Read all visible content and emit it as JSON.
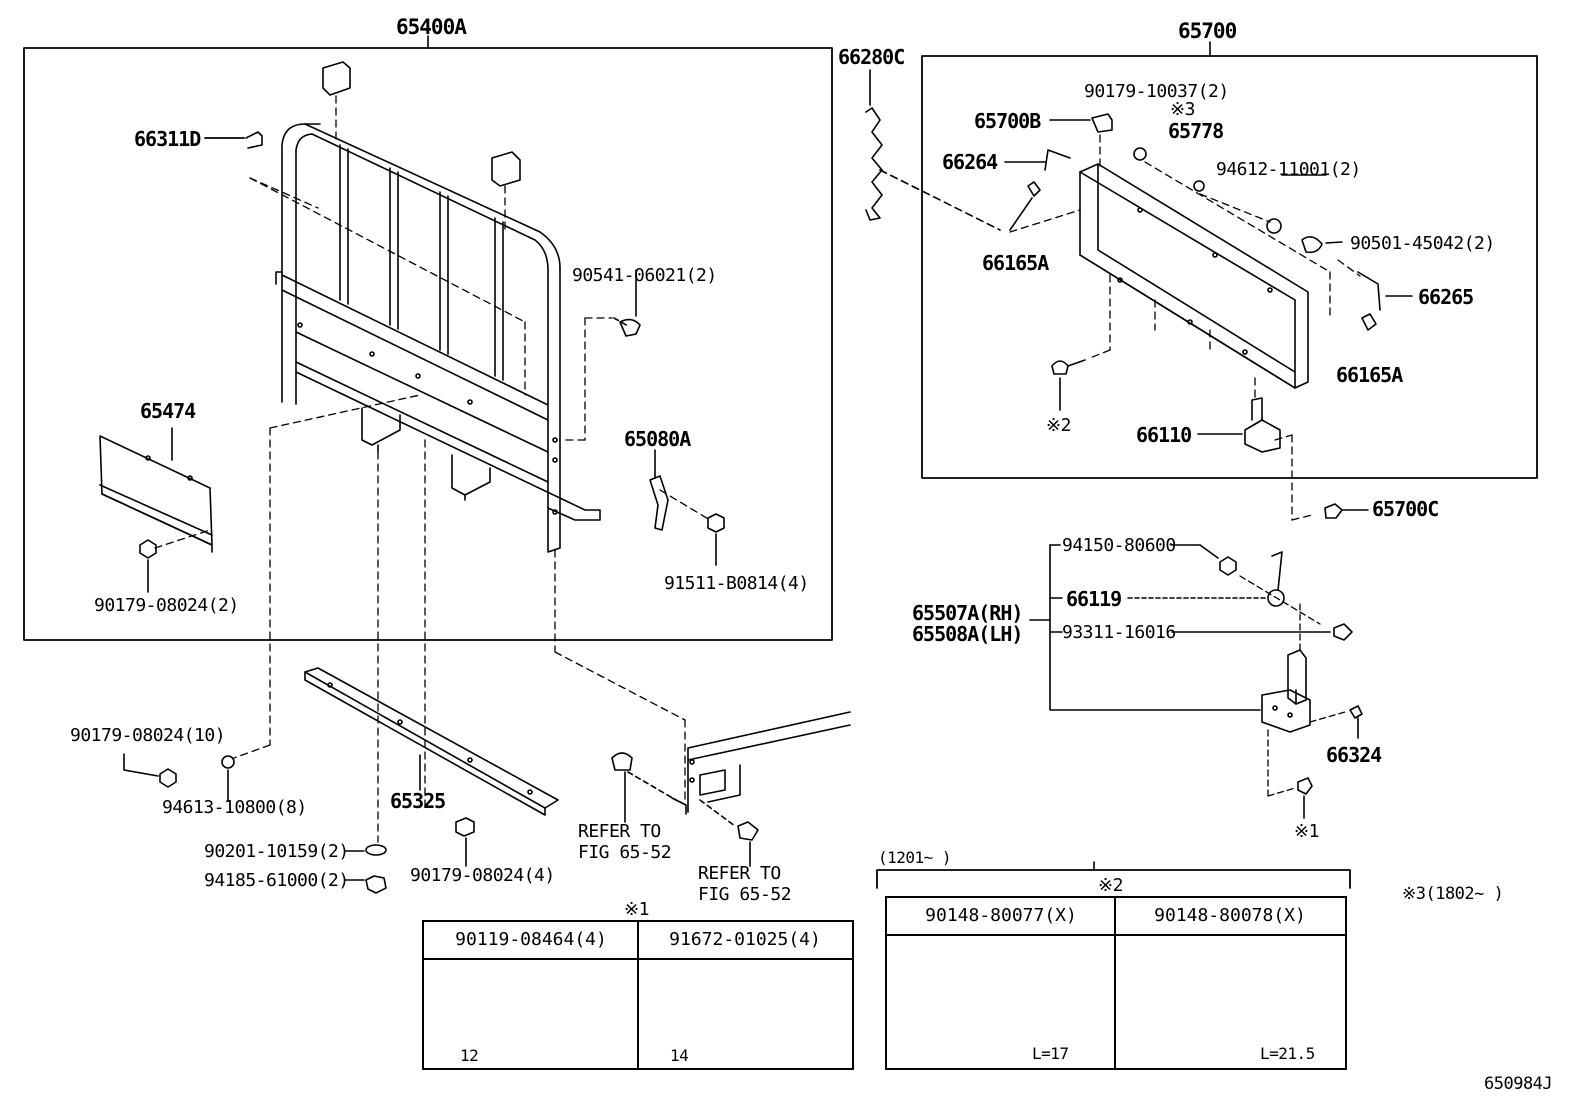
{
  "group_65400A": {
    "title": "65400A",
    "parts": {
      "p66311D": "66311D",
      "p90541": "90541-06021(2)",
      "p65474": "65474",
      "p65080A": "65080A",
      "p91511": "91511-B0814(4)",
      "p90179a": "90179-08024(2)"
    }
  },
  "group_65700": {
    "title": "65700",
    "parts": {
      "p90179_10037": "90179-10037(2)",
      "p65700B": "65700B",
      "mark3": "※3",
      "p65778": "65778",
      "p66264": "66264",
      "p94612": "94612-11001(2)",
      "p90501": "90501-45042(2)",
      "p66165A_1": "66165A",
      "p66265": "66265",
      "p66165A_2": "66165A",
      "mark2": "※2",
      "p66110": "66110"
    }
  },
  "outside": {
    "p66280C": "66280C",
    "p65700C": "65700C",
    "p94150": "94150-80600",
    "p66119": "66119",
    "p65507A": "65507A(RH)",
    "p65508A": "65508A(LH)",
    "p93311": "93311-16016",
    "p66324": "66324",
    "mark1": "※1",
    "p90179_10": "90179-08024(10)",
    "p94613": "94613-10800(8)",
    "p65325": "65325",
    "p90201": "90201-10159(2)",
    "p94185": "94185-61000(2)",
    "p90179_4": "90179-08024(4)",
    "refer1_a": "REFER TO",
    "refer1_b": "FIG 65-52",
    "refer2_a": "REFER TO",
    "refer2_b": "FIG 65-52"
  },
  "table1": {
    "mark": "※1",
    "col1": "90119-08464(4)",
    "col2": "91672-01025(4)",
    "dim1": "12",
    "dim2": "14"
  },
  "table2": {
    "range": "(1201~        )",
    "mark": "※2",
    "col1": "90148-80077(X)",
    "col2": "90148-80078(X)",
    "len1": "L=17",
    "len2": "L=21.5"
  },
  "note3": "※3(1802~      )",
  "figure_code": "650984J"
}
